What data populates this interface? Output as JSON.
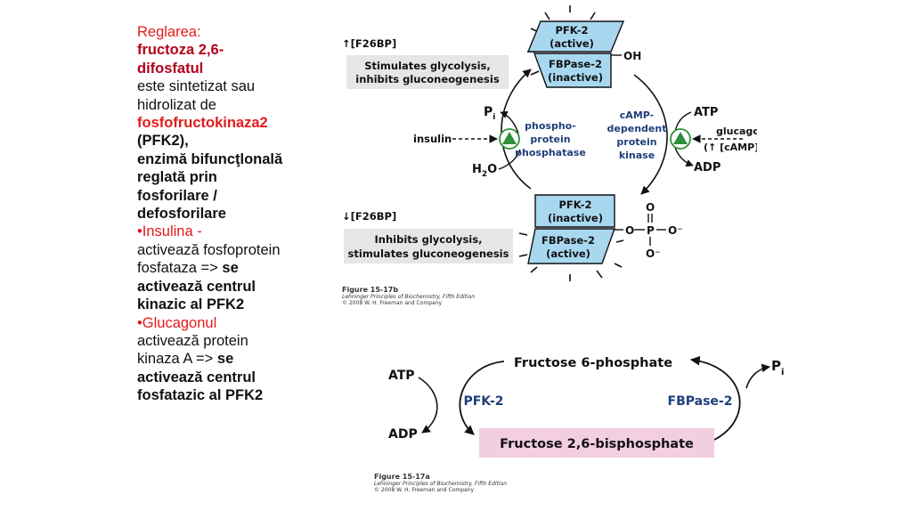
{
  "text": {
    "line1": "Reglarea:",
    "line2": "fructoza 2,6-",
    "line3": "difosfatul",
    "line4": "este sintetizat sau",
    "line5": "hidrolizat de",
    "line6": "fosfofructokinaza2",
    "line7": "(PFK2),",
    "line8": "enzimă bifuncţlonală",
    "line9": "reglată prin",
    "line10": "fosforilare /",
    "line11": "defosforilare",
    "insulin_bullet": "•Insulina -",
    "line13": "activează fosfoprotein",
    "line14a": "fosfataza => ",
    "line14b": "se",
    "line15": "activează centrul",
    "line16": "kinazic al PFK2",
    "glucagon_bullet": "•Glucagonul",
    "line18": "activează protein",
    "line19a": "kinaza A => ",
    "line19b": "se",
    "line20": "activează centrul",
    "line21": "fosfatazic al PFK2"
  },
  "fig_b": {
    "pfk2_active": [
      "PFK-2",
      "(active)"
    ],
    "fbpase2_inactive": [
      "FBPase-2",
      "(inactive)"
    ],
    "oh": "OH",
    "up_f26bp": "↑[F26BP]",
    "stimulates": [
      "Stimulates glycolysis,",
      "inhibits gluconeogenesis"
    ],
    "pi": "P",
    "pi_sub": "i",
    "insulin": "insulin",
    "h2o_h": "H",
    "h2o_2": "2",
    "h2o_o": "O",
    "phosphatase": [
      "phospho-",
      "protein",
      "phosphatase"
    ],
    "kinase": [
      "cAMP-",
      "dependent",
      "protein",
      "kinase"
    ],
    "atp": "ATP",
    "adp": "ADP",
    "glucagon": "glucagon",
    "camp": "(↑ [cAMP])",
    "down_f26bp": "↓[F26BP]",
    "inhibits": [
      "Inhibits glycolysis,",
      "stimulates gluconeogenesis"
    ],
    "pfk2_inactive": [
      "PFK-2",
      "(inactive)"
    ],
    "fbpase2_active": [
      "FBPase-2",
      "(active)"
    ],
    "phosphate_o": "O",
    "phosphate_p": "P",
    "phosphate_om": "O⁻",
    "figure": "Figure 15-17b",
    "book": "Lehninger Principles of Biochemistry, Fifth Edition",
    "copyright": "© 2008 W. H. Freeman and Company"
  },
  "fig_a": {
    "f6p": "Fructose 6-phosphate",
    "atp": "ATP",
    "adp": "ADP",
    "pfk2": "PFK-2",
    "fbpase2": "FBPase-2",
    "pi": "P",
    "pi_sub": "i",
    "f26bp": "Fructose 2,6-bisphosphate",
    "figure": "Figure 15-17a",
    "book": "Lehninger Principles of Biochemistry, Fifth Edition",
    "copyright": "© 2008 W. H. Freeman and Company"
  },
  "colors": {
    "red": "#e31b1b",
    "dark_red": "#b3001b",
    "enzyme_box": "#a8d8f0",
    "navy": "#1f3f7a",
    "grey_box": "#e6e6e6",
    "pink_box": "#f3cde0",
    "green": "#2f8f3a"
  }
}
